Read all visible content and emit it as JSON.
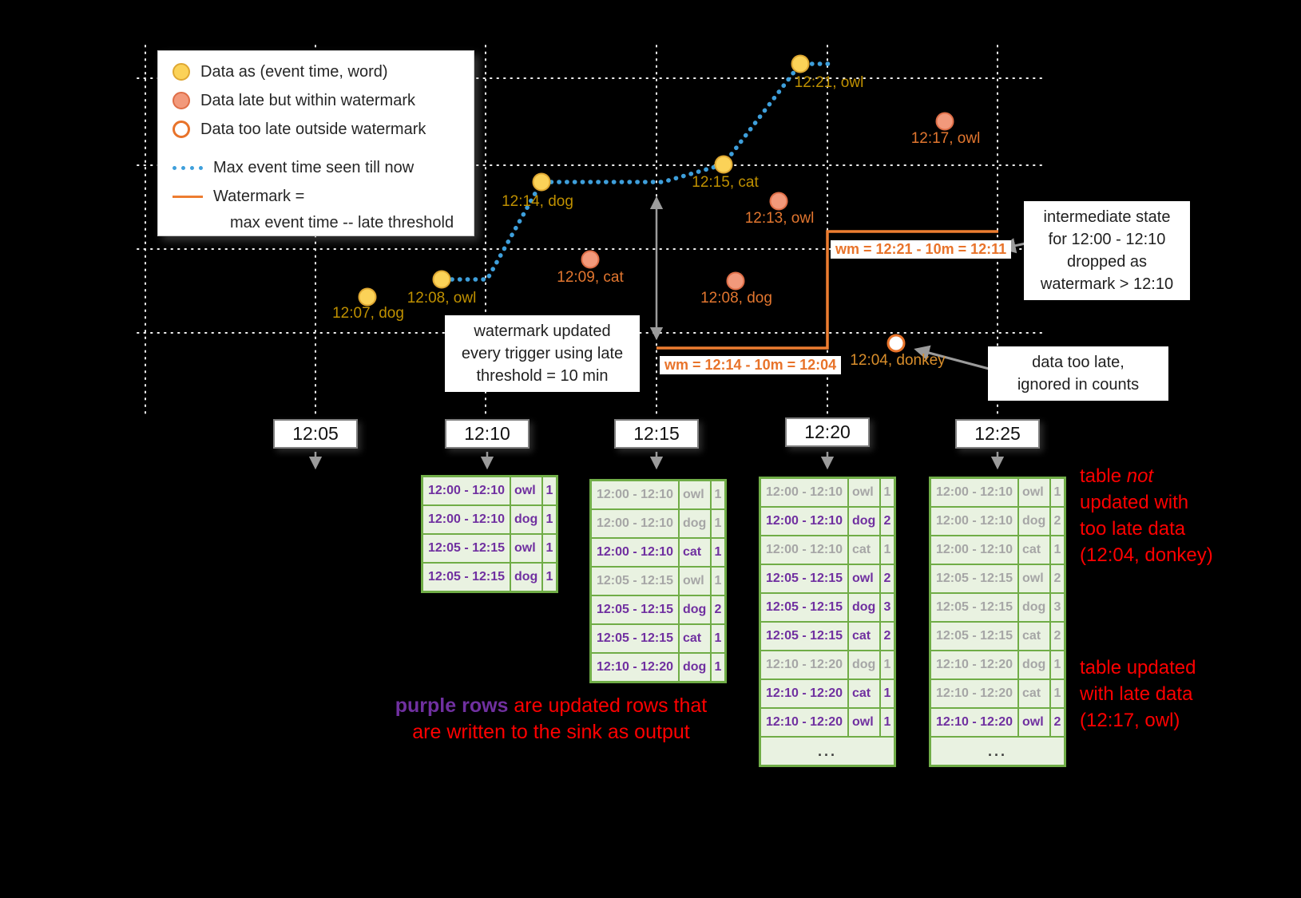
{
  "colors": {
    "background": "#000000",
    "ontime_fill": "#FBD258",
    "ontime_border": "#DFA832",
    "ontime_label": "#BF9000",
    "late_fill": "#F2997B",
    "late_border": "#DF6E47",
    "late_label": "#E2762F",
    "toolate_border": "#E8732A",
    "max_event_time_line": "#3E9FDB",
    "watermark_line": "#ED7D31",
    "table_green": "#70AD47",
    "table_fill": "#E9F2E1",
    "updated_row_purple": "#7030A0",
    "old_row_gray": "#A6A6A6",
    "annotation_red": "#FF0000",
    "arrow_gray": "#9B9B9B"
  },
  "legend": {
    "items": [
      {
        "label": "Data as (event time, word)"
      },
      {
        "label": "Data late but within watermark"
      },
      {
        "label": "Data too late outside watermark"
      },
      {
        "label": "Max event time seen till now"
      },
      {
        "label": "Watermark =",
        "label2": "max event time -- late threshold"
      }
    ]
  },
  "points": [
    {
      "label": "12:07, dog",
      "kind": "ontime"
    },
    {
      "label": "12:08, owl",
      "kind": "ontime"
    },
    {
      "label": "12:14, dog",
      "kind": "ontime"
    },
    {
      "label": "12:15, cat",
      "kind": "ontime"
    },
    {
      "label": "12:21, owl",
      "kind": "ontime"
    },
    {
      "label": "12:09, cat",
      "kind": "late"
    },
    {
      "label": "12:13, owl",
      "kind": "late"
    },
    {
      "label": "12:08, dog",
      "kind": "late"
    },
    {
      "label": "12:17, owl",
      "kind": "late"
    },
    {
      "label": "12:04, donkey",
      "kind": "toolate"
    }
  ],
  "watermarks": [
    {
      "text": "wm = 12:14 - 10m = 12:04"
    },
    {
      "text": "wm = 12:21 - 10m = 12:11"
    }
  ],
  "callouts": {
    "watermark_note": {
      "lines": [
        "watermark updated",
        "every trigger using late",
        "threshold = 10 min"
      ]
    },
    "intermediate_state": {
      "lines": [
        "intermediate state",
        "for 12:00 - 12:10",
        "dropped as",
        "watermark > 12:10"
      ]
    },
    "too_late": {
      "lines": [
        "data too late,",
        "ignored in counts"
      ]
    }
  },
  "triggers": [
    "12:05",
    "12:10",
    "12:15",
    "12:20",
    "12:25"
  ],
  "tables": [
    {
      "trigger": "12:10",
      "more": false,
      "rows": [
        {
          "window": "12:00 - 12:10",
          "word": "owl",
          "count": "1",
          "updated": true
        },
        {
          "window": "12:00 - 12:10",
          "word": "dog",
          "count": "1",
          "updated": true
        },
        {
          "window": "12:05 - 12:15",
          "word": "owl",
          "count": "1",
          "updated": true
        },
        {
          "window": "12:05 - 12:15",
          "word": "dog",
          "count": "1",
          "updated": true
        }
      ]
    },
    {
      "trigger": "12:15",
      "more": false,
      "rows": [
        {
          "window": "12:00 - 12:10",
          "word": "owl",
          "count": "1",
          "updated": false
        },
        {
          "window": "12:00 - 12:10",
          "word": "dog",
          "count": "1",
          "updated": false
        },
        {
          "window": "12:00 - 12:10",
          "word": "cat",
          "count": "1",
          "updated": true
        },
        {
          "window": "12:05 - 12:15",
          "word": "owl",
          "count": "1",
          "updated": false
        },
        {
          "window": "12:05 - 12:15",
          "word": "dog",
          "count": "2",
          "updated": true
        },
        {
          "window": "12:05 - 12:15",
          "word": "cat",
          "count": "1",
          "updated": true
        },
        {
          "window": "12:10 - 12:20",
          "word": "dog",
          "count": "1",
          "updated": true
        }
      ]
    },
    {
      "trigger": "12:20",
      "more": true,
      "rows": [
        {
          "window": "12:00 - 12:10",
          "word": "owl",
          "count": "1",
          "updated": false
        },
        {
          "window": "12:00 - 12:10",
          "word": "dog",
          "count": "2",
          "updated": true
        },
        {
          "window": "12:00 - 12:10",
          "word": "cat",
          "count": "1",
          "updated": false
        },
        {
          "window": "12:05 - 12:15",
          "word": "owl",
          "count": "2",
          "updated": true
        },
        {
          "window": "12:05 - 12:15",
          "word": "dog",
          "count": "3",
          "updated": true
        },
        {
          "window": "12:05 - 12:15",
          "word": "cat",
          "count": "2",
          "updated": true
        },
        {
          "window": "12:10 - 12:20",
          "word": "dog",
          "count": "1",
          "updated": false
        },
        {
          "window": "12:10 - 12:20",
          "word": "cat",
          "count": "1",
          "updated": true
        },
        {
          "window": "12:10 - 12:20",
          "word": "owl",
          "count": "1",
          "updated": true
        }
      ]
    },
    {
      "trigger": "12:25",
      "more": true,
      "rows": [
        {
          "window": "12:00 - 12:10",
          "word": "owl",
          "count": "1",
          "updated": false
        },
        {
          "window": "12:00 - 12:10",
          "word": "dog",
          "count": "2",
          "updated": false
        },
        {
          "window": "12:00 - 12:10",
          "word": "cat",
          "count": "1",
          "updated": false
        },
        {
          "window": "12:05 - 12:15",
          "word": "owl",
          "count": "2",
          "updated": false
        },
        {
          "window": "12:05 - 12:15",
          "word": "dog",
          "count": "3",
          "updated": false
        },
        {
          "window": "12:05 - 12:15",
          "word": "cat",
          "count": "2",
          "updated": false
        },
        {
          "window": "12:10 - 12:20",
          "word": "dog",
          "count": "1",
          "updated": false
        },
        {
          "window": "12:10 - 12:20",
          "word": "cat",
          "count": "1",
          "updated": false
        },
        {
          "window": "12:10 - 12:20",
          "word": "owl",
          "count": "2",
          "updated": true
        }
      ]
    }
  ],
  "annotations": {
    "ellipsis": "...",
    "purple_note": {
      "purple": "purple rows",
      "red_rest": " are updated rows that",
      "red_line2": "are written to the sink as output"
    },
    "not_updated": {
      "normal": "table ",
      "italic": "not",
      "lines": [
        "updated with",
        "too late data",
        "(12:04, donkey)"
      ]
    },
    "updated_note": {
      "lines": [
        "table updated",
        "with late data",
        "(12:17, owl)"
      ]
    }
  }
}
